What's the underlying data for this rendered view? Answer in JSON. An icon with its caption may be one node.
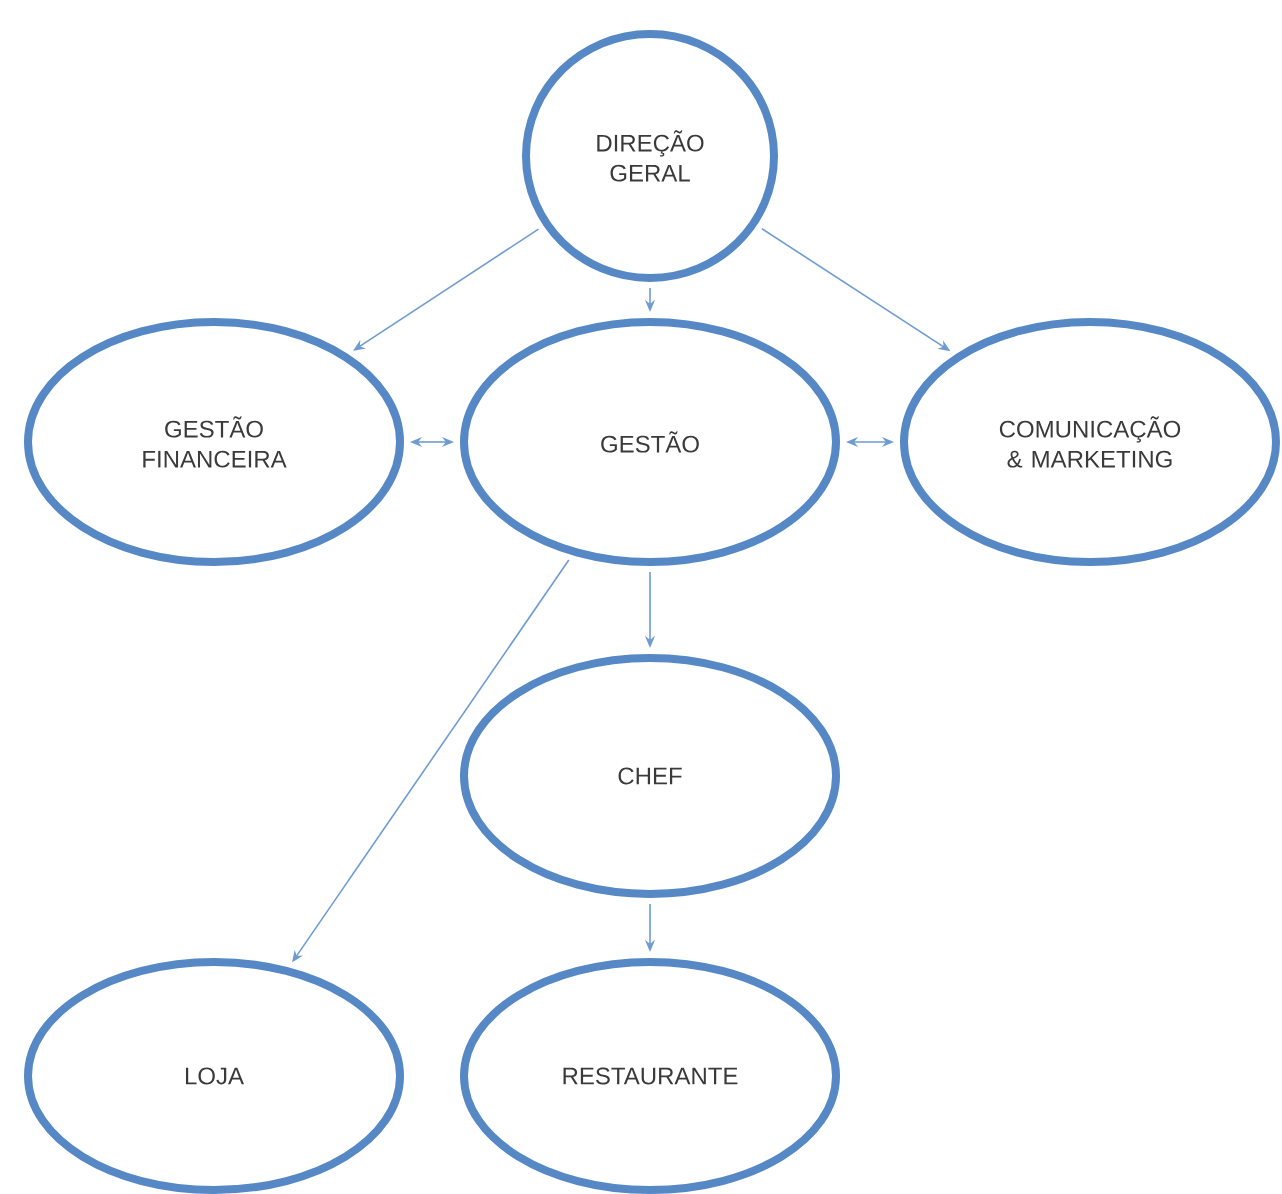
{
  "diagram": {
    "nodes": [
      {
        "text": [
          "DIREÇÃO GERAL"
        ]
      },
      {
        "text": [
          "GESTÃO FINANCEIRA"
        ]
      },
      {
        "text": [
          "GESTÃO"
        ]
      },
      {
        "text": [
          "COMUNICAÇÃO & MARKETING"
        ]
      },
      {
        "text": [
          "CHEF"
        ]
      },
      {
        "text": [
          "LOJA"
        ]
      },
      {
        "text": [
          "RESTAURANTE"
        ]
      }
    ],
    "edges": [
      {
        "from": 0,
        "to": 1,
        "arrow": "to"
      },
      {
        "from": 0,
        "to": 2,
        "arrow": "to"
      },
      {
        "from": 0,
        "to": 3,
        "arrow": "to"
      },
      {
        "from": 1,
        "to": 2,
        "arrow": "both"
      },
      {
        "from": 2,
        "to": 3,
        "arrow": "both"
      },
      {
        "from": 2,
        "to": 5,
        "arrow": "to"
      },
      {
        "from": 2,
        "to": 4,
        "arrow": "to"
      },
      {
        "from": 4,
        "to": 6,
        "arrow": "to"
      }
    ]
  }
}
